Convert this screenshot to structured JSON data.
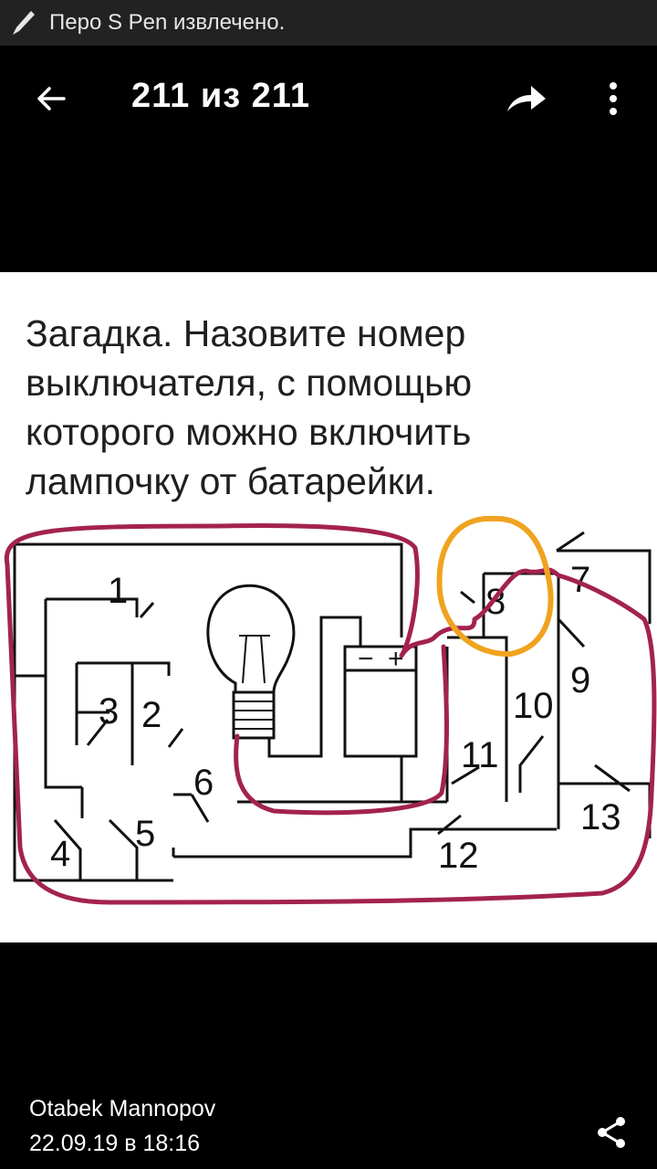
{
  "status_bar": {
    "icon": "pen-icon",
    "text": "Перо S Pen извлечено."
  },
  "top_bar": {
    "counter": "211 из 211",
    "back_icon": "arrow-left-icon",
    "forward_icon": "forward-icon",
    "menu_icon": "more-vert-icon"
  },
  "photo": {
    "caption": "Загадка. Назовите номер выключателя, с помощью которого можно включить лампочку от батарейки.",
    "switch_labels": [
      "1",
      "2",
      "3",
      "4",
      "5",
      "6",
      "7",
      "8",
      "9",
      "10",
      "11",
      "12",
      "13"
    ],
    "battery_minus": "−",
    "battery_plus": "+",
    "annotation_colors": {
      "path": "#a3224f",
      "circle": "#f0a320"
    }
  },
  "footer": {
    "author": "Otabek Mannopov",
    "datetime": "22.09.19 в 18:16",
    "share_icon": "share-icon"
  }
}
